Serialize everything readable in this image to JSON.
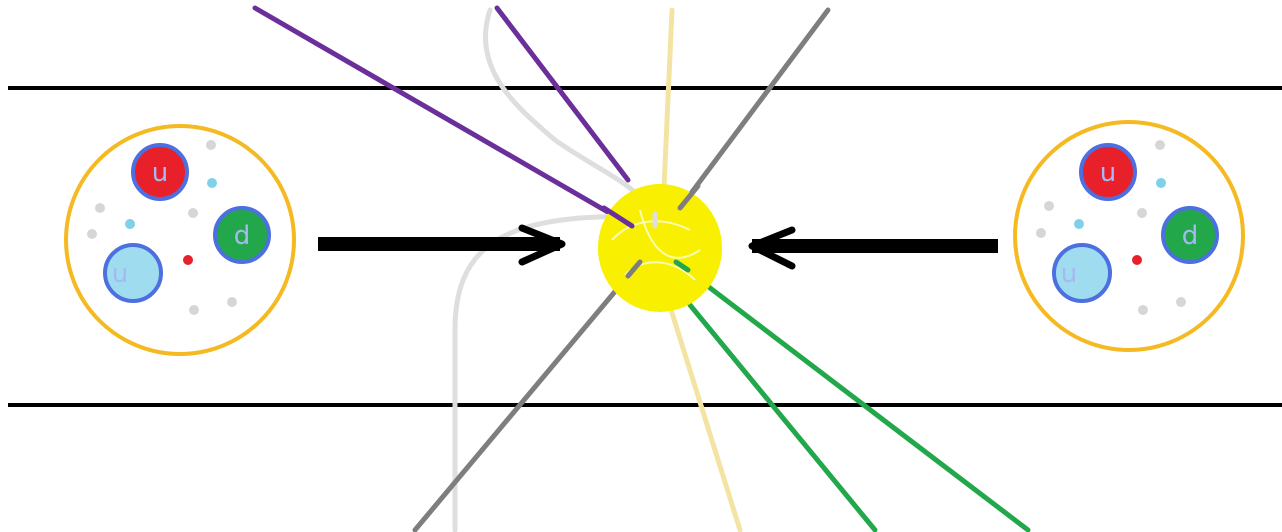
{
  "colors": {
    "background": "#ffffff",
    "beamline": "#000000",
    "arrow": "#000000",
    "proton_outline": "#f5b921",
    "collision_blob": "#f8f000",
    "quark_outline": "#4d6fe0",
    "quark_up_fill_1": "#e8202a",
    "quark_up_fill_2": "#9fdcf0",
    "quark_down_fill": "#22a84a",
    "quark_label_text": "#a8b8f0",
    "sea_dot_gray": "#d6d6d6",
    "sea_dot_cyan": "#7fd0e8",
    "sea_dot_red": "#e8202a",
    "track_purple": "#6a2f9a",
    "track_light_gray": "#dedede",
    "track_cream": "#f4e4a4",
    "track_gray": "#7e7e7e",
    "track_green": "#22a84a"
  },
  "left_proton": {
    "quarks": [
      {
        "label": "u",
        "kind": "up",
        "fill_key": "quark_up_fill_1"
      },
      {
        "label": "d",
        "kind": "down",
        "fill_key": "quark_down_fill"
      },
      {
        "label": "u",
        "kind": "up",
        "fill_key": "quark_up_fill_2"
      }
    ]
  },
  "right_proton": {
    "quarks": [
      {
        "label": "u",
        "kind": "up",
        "fill_key": "quark_up_fill_1"
      },
      {
        "label": "d",
        "kind": "down",
        "fill_key": "quark_down_fill"
      },
      {
        "label": "u",
        "kind": "up",
        "fill_key": "quark_up_fill_2"
      }
    ]
  },
  "arrows": {
    "left": "arrow-right-icon",
    "right": "arrow-left-icon"
  },
  "tracks": [
    {
      "name": "track-purple-1",
      "color_key": "track_purple"
    },
    {
      "name": "track-purple-2",
      "color_key": "track_purple"
    },
    {
      "name": "track-light-gray-upper",
      "color_key": "track_light_gray"
    },
    {
      "name": "track-light-gray-lower",
      "color_key": "track_light_gray"
    },
    {
      "name": "track-cream-upper",
      "color_key": "track_cream"
    },
    {
      "name": "track-cream-lower",
      "color_key": "track_cream"
    },
    {
      "name": "track-gray-upper",
      "color_key": "track_gray"
    },
    {
      "name": "track-gray-lower",
      "color_key": "track_gray"
    },
    {
      "name": "track-green-1",
      "color_key": "track_green"
    },
    {
      "name": "track-green-2",
      "color_key": "track_green"
    }
  ]
}
